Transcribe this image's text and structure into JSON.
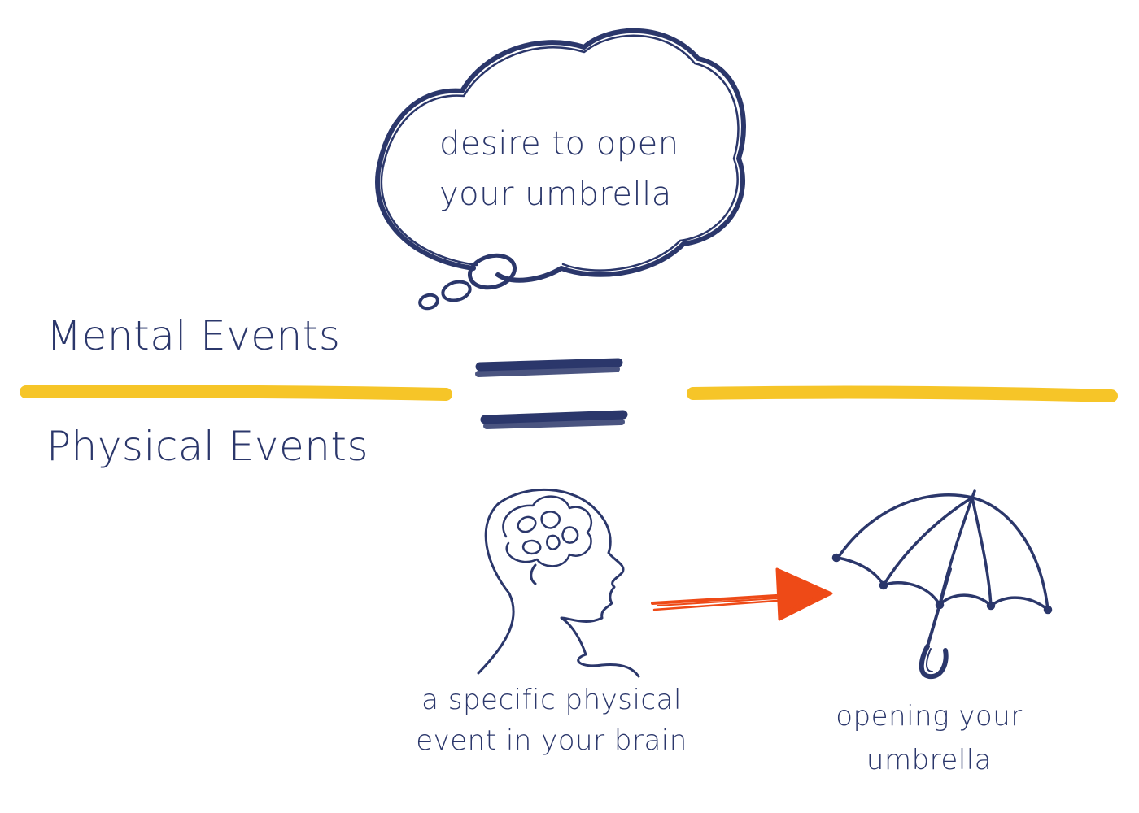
{
  "colors": {
    "ink": "#2B376B",
    "divider": "#F6C21C",
    "arrow": "#EE4A17",
    "background": "#FFFFFF"
  },
  "labels": {
    "mental_events": "Mental Events",
    "physical_events": "Physical Events"
  },
  "thought_bubble": {
    "line1": "desire to open",
    "line2": "your umbrella"
  },
  "brain_caption": {
    "line1": "a specific physical",
    "line2": "event in your brain"
  },
  "umbrella_caption": {
    "line1": "opening your",
    "line2": "umbrella"
  },
  "icons": {
    "thought": "thought-cloud-icon",
    "equals": "equals-sign-icon",
    "head": "head-with-brain-icon",
    "arrow": "arrow-right-icon",
    "umbrella": "umbrella-icon"
  }
}
